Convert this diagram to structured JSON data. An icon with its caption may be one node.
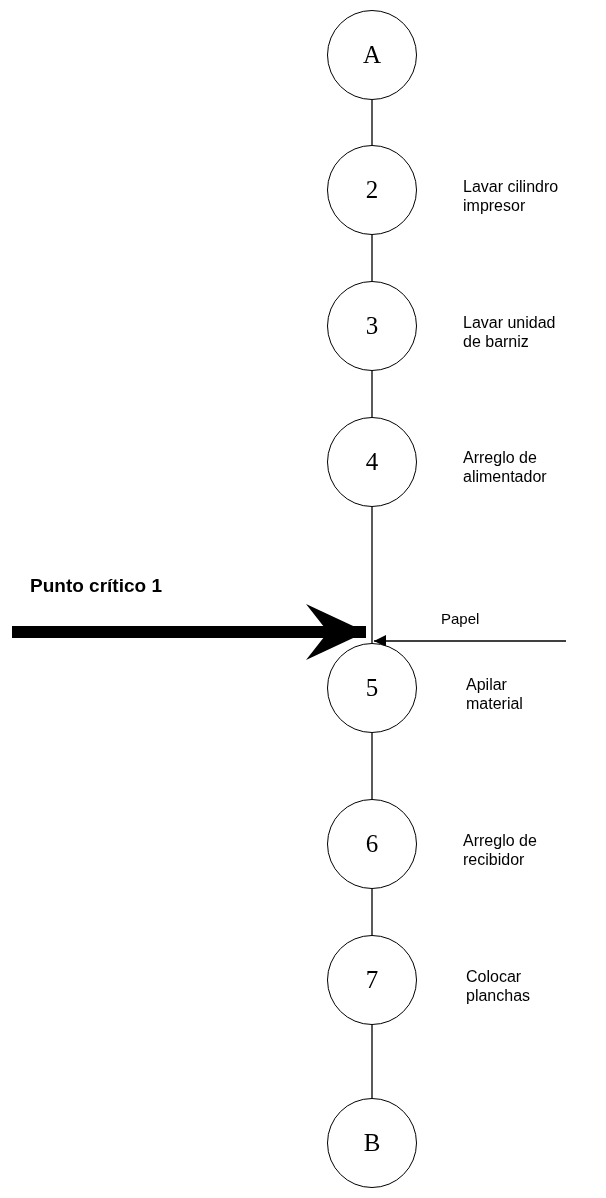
{
  "diagram": {
    "nodes": [
      {
        "text": [
          "A"
        ]
      },
      {
        "text": [
          "2"
        ],
        "beside": [
          "Lavar cilindro impresor"
        ]
      },
      {
        "text": [
          "3"
        ],
        "beside": [
          "Lavar unidad de barniz"
        ]
      },
      {
        "text": [
          "4"
        ],
        "beside": [
          "Arreglo de alimentador"
        ]
      },
      {
        "text": [
          "5"
        ],
        "beside": [
          "Apilar material"
        ]
      },
      {
        "text": [
          "6"
        ],
        "beside": [
          "Arreglo de recibidor"
        ]
      },
      {
        "text": [
          "7"
        ],
        "beside": [
          "Colocar planchas"
        ]
      },
      {
        "text": [
          "B"
        ]
      }
    ],
    "edges": [
      {
        "from": 0,
        "to": 1,
        "arrow": "none"
      },
      {
        "from": 1,
        "to": 2,
        "arrow": "none"
      },
      {
        "from": 2,
        "to": 3,
        "arrow": "none"
      },
      {
        "from": 3,
        "to": 4,
        "arrow": "none"
      },
      {
        "from": 4,
        "to": 5,
        "arrow": "none"
      },
      {
        "from": 5,
        "to": 6,
        "arrow": "none"
      },
      {
        "from": 6,
        "to": 7,
        "arrow": "none"
      },
      {
        "from": null,
        "to": 4,
        "arrow": "to",
        "style": "thick"
      },
      {
        "from": null,
        "to": 4,
        "arrow": "to"
      }
    ],
    "labels": [
      "Punto crítico 1",
      "Papel"
    ]
  }
}
